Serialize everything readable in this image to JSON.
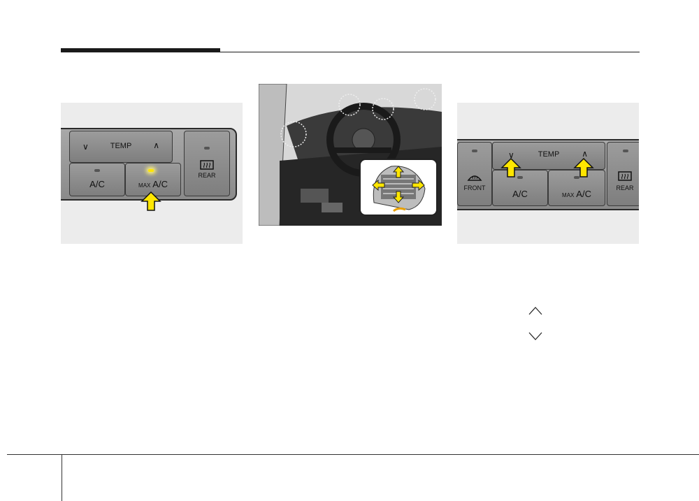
{
  "figure_left": {
    "temp_label": "TEMP",
    "ac_label": "A/C",
    "max_prefix": "MAX",
    "max_ac_label": "A/C",
    "rear_label": "REAR"
  },
  "figure_right": {
    "temp_label": "TEMP",
    "front_label": "FRONT",
    "ac_label": "A/C",
    "max_prefix": "MAX",
    "max_ac_label": "A/C",
    "rear_label": "REAR"
  },
  "colors": {
    "arrow_yellow": "#ffe600",
    "panel_gray": "#8a8a8a",
    "figure_bg": "#ececec"
  },
  "icons": {
    "temp_down": "chevron-down-icon",
    "temp_up": "chevron-up-icon",
    "defrost_rear": "rear-defrost-icon",
    "defrost_front": "front-defrost-icon",
    "press_arrow": "yellow-arrow-up-icon"
  }
}
